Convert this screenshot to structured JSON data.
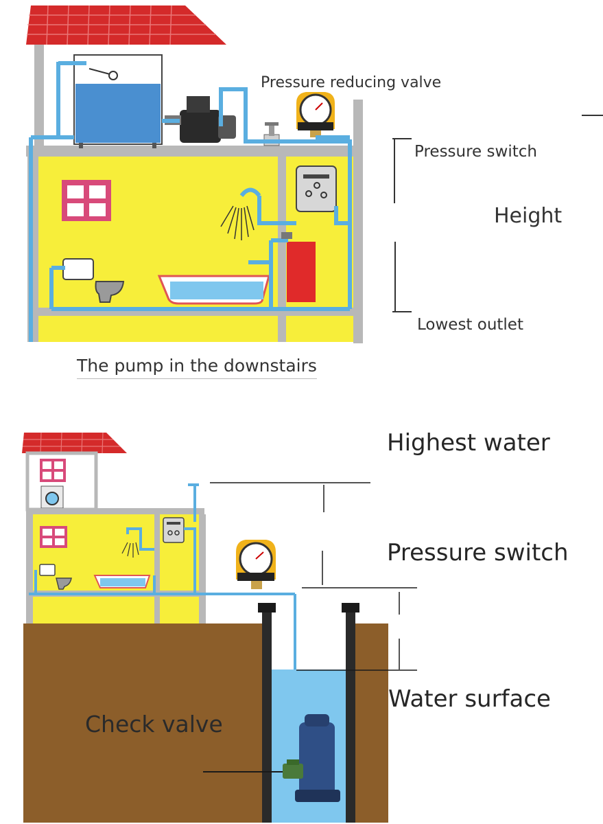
{
  "labels": {
    "pressure_reducing_valve": "Pressure reducing valve",
    "pressure_switch_top": "Pressure switch",
    "height": "Height",
    "lowest_outlet": "Lowest outlet",
    "pump_downstairs": "The pump in the downstairs",
    "highest_water": "Highest water",
    "pressure_switch_bottom": "Pressure switch",
    "water_surface": "Water surface",
    "check_valve": "Check valve"
  },
  "colors": {
    "roof": "#d42a2a",
    "wall": "#f7ee3a",
    "pipe": "#5aaee0",
    "water": "#7fc7ee",
    "ground": "#8c5e2a",
    "tank": "#4a8fd0"
  }
}
